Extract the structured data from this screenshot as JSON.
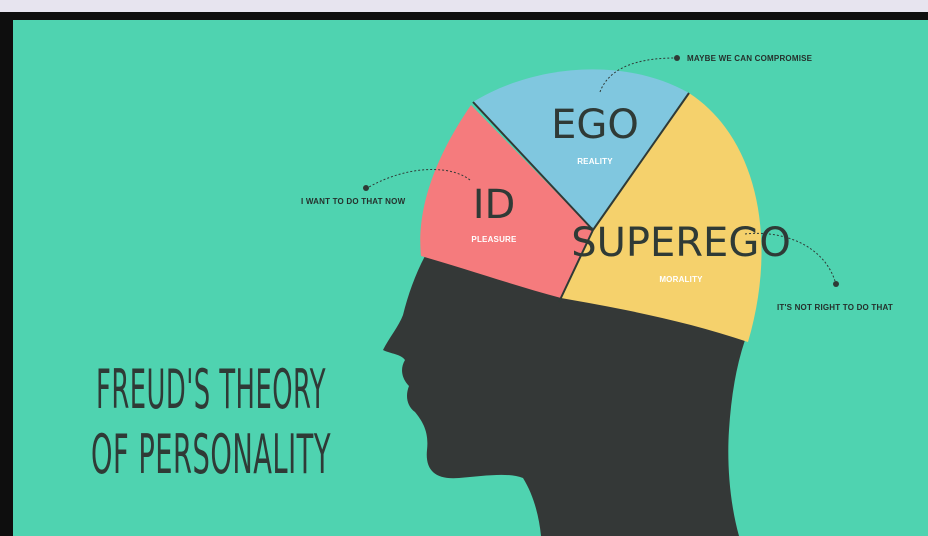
{
  "title_line1": "FREUD'S THEORY",
  "title_line2": "OF PERSONALITY",
  "sections": {
    "id": {
      "name": "ID",
      "subtitle": "PLEASURE",
      "callout": "I WANT TO DO THAT NOW",
      "color": "#f57b7d"
    },
    "ego": {
      "name": "EGO",
      "subtitle": "REALITY",
      "callout": "MAYBE WE CAN COMPROMISE",
      "color": "#80c7df"
    },
    "superego": {
      "name": "SUPEREGO",
      "subtitle": "MORALITY",
      "callout": "IT'S NOT RIGHT TO DO THAT",
      "color": "#f5d16c"
    }
  },
  "colors": {
    "background": "#4fd3b0",
    "head": "#343837",
    "text": "#2f3a36"
  }
}
